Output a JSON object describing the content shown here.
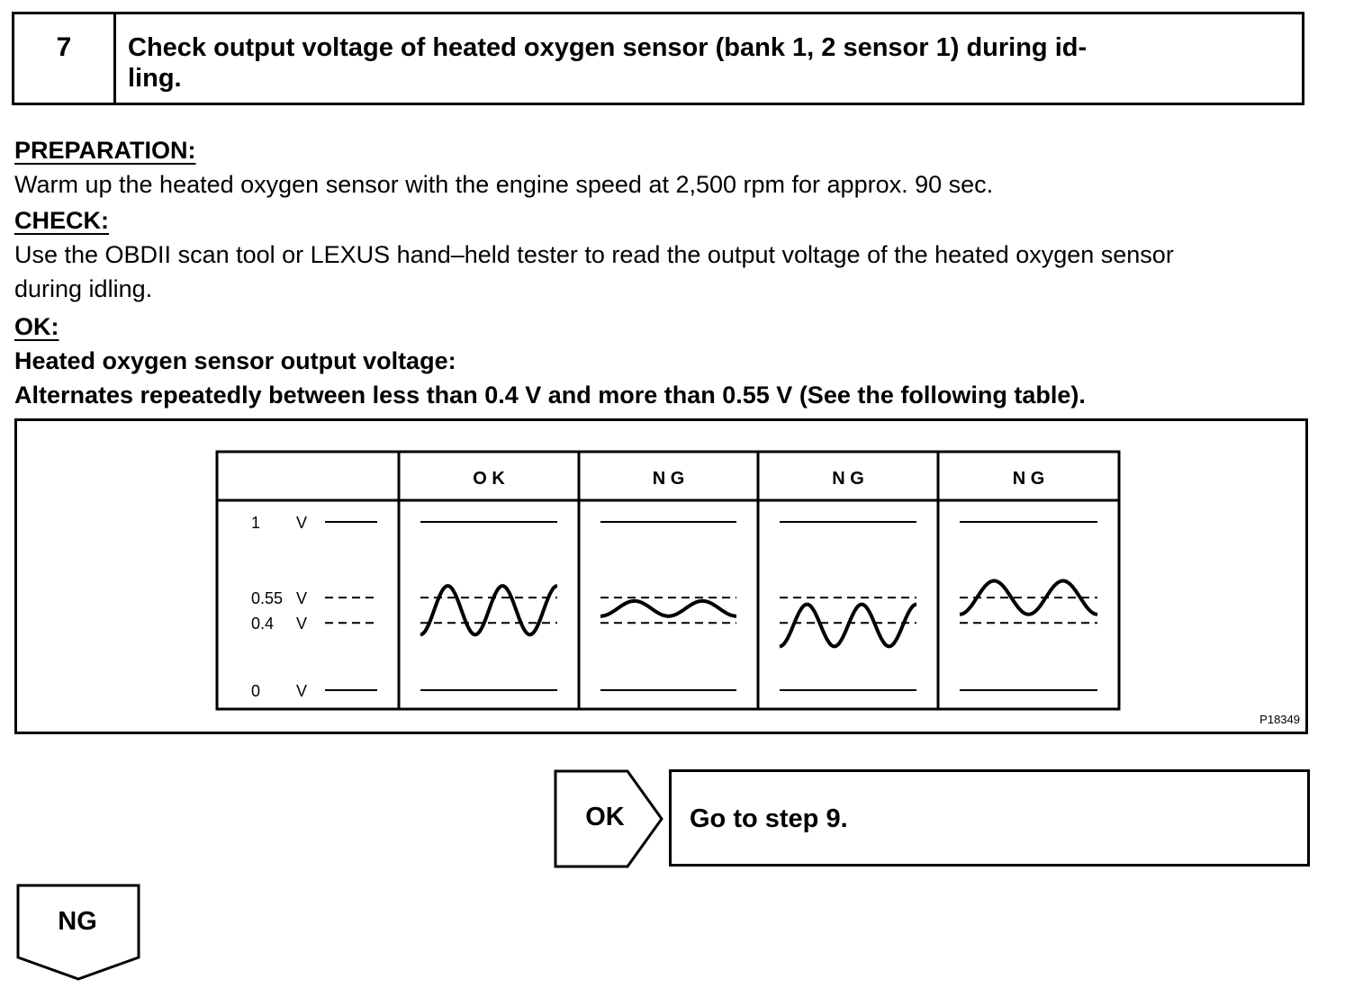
{
  "step": {
    "number": "7",
    "title": "Check output voltage of heated oxygen sensor (bank 1, 2 sensor 1) during id-",
    "title_line2": "ling."
  },
  "preparation": {
    "heading": "PREPARATION:",
    "text": "Warm up the heated oxygen sensor with the engine speed at 2,500 rpm for approx. 90 sec."
  },
  "check": {
    "heading": "CHECK:",
    "text_line1": "Use the OBDII scan tool or LEXUS hand–held tester to read the output voltage of the heated oxygen sensor",
    "text_line2": "during idling."
  },
  "ok": {
    "heading": "OK:",
    "line1": "Heated oxygen sensor output voltage:",
    "line2": "Alternates repeatedly between less than 0.4 V and more than 0.55 V (See the following table)."
  },
  "figure": {
    "code": "P18349",
    "columns": [
      "O K",
      "N G",
      "N G",
      "N G"
    ],
    "voltage_labels": [
      {
        "num": "1",
        "unit": "V"
      },
      {
        "num": "0.55",
        "unit": "V"
      },
      {
        "num": "0.4",
        "unit": "V"
      },
      {
        "num": "0",
        "unit": "V"
      }
    ],
    "voltage_levels": [
      1,
      0.55,
      0.4,
      0
    ],
    "waves": [
      {
        "max": 0.62,
        "min": 0.33,
        "cycles": 2.5
      },
      {
        "max": 0.53,
        "min": 0.44,
        "cycles": 2
      },
      {
        "max": 0.51,
        "min": 0.26,
        "cycles": 2.5
      },
      {
        "max": 0.65,
        "min": 0.45,
        "cycles": 2
      }
    ]
  },
  "results": {
    "ok_label": "OK",
    "ok_text": "Go to step 9.",
    "ng_label": "NG"
  }
}
